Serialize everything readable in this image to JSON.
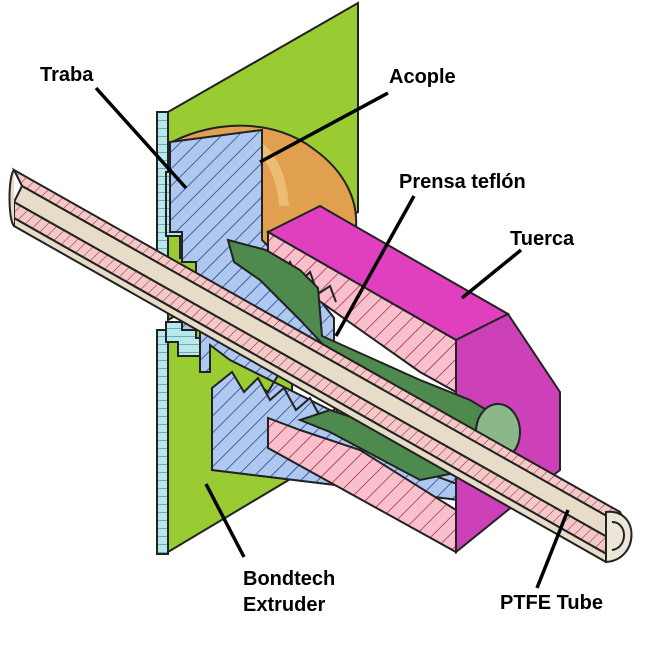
{
  "labels": {
    "traba": "Traba",
    "acople": "Acople",
    "prensa": "Prensa teflón",
    "tuerca": "Tuerca",
    "bondtech_line1": "Bondtech",
    "bondtech_line2": "Extruder",
    "ptfe": "PTFE Tube"
  },
  "colors": {
    "plate": "#99cc33",
    "plate_edge": "#b0e0e8",
    "coupler_body": "#aec8f0",
    "acople": "#e0a050",
    "tuerca": "#e040c0",
    "tuerca_section": "#f8c0cc",
    "prensa": "#4e8a4e",
    "tube": "#e6dcc8",
    "tube_wall": "#f0c8c8"
  }
}
